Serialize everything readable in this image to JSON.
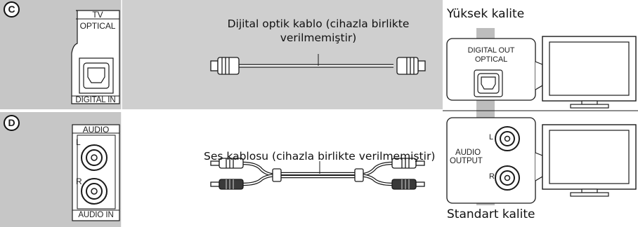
{
  "row_c": {
    "tag": "C",
    "tv_panel_title": "TV",
    "tv_panel_label": "OPTICAL",
    "tv_panel_jack_label": "DIGITAL IN",
    "cable_caption_line1": "Dijital optik kablo (cihazla birlikte",
    "cable_caption_line2": "verilmemiştir)"
  },
  "row_d": {
    "tag": "D",
    "tv_panel_title": "AUDIO",
    "tv_panel_left": "L",
    "tv_panel_right": "R",
    "tv_panel_jack_label": "AUDIO IN",
    "cable_caption": "Ses kablosu (cihazla birlikte verilmemiştir)"
  },
  "player": {
    "top_label": "Yüksek kalite",
    "bottom_label": "Standart kalite",
    "optical_panel_line1": "DIGITAL OUT",
    "optical_panel_line2": "OPTICAL",
    "audio_panel_line1": "AUDIO",
    "audio_panel_line2": "OUTPUT",
    "audio_left": "L",
    "audio_right": "R"
  },
  "colors": {
    "panel_gray": "#c8c8c8",
    "panel_gray_light": "#d6d6d6",
    "outline": "#1a1a1a",
    "device_panel_fill": "#ffffff",
    "cable_red_plug": "#333333"
  }
}
